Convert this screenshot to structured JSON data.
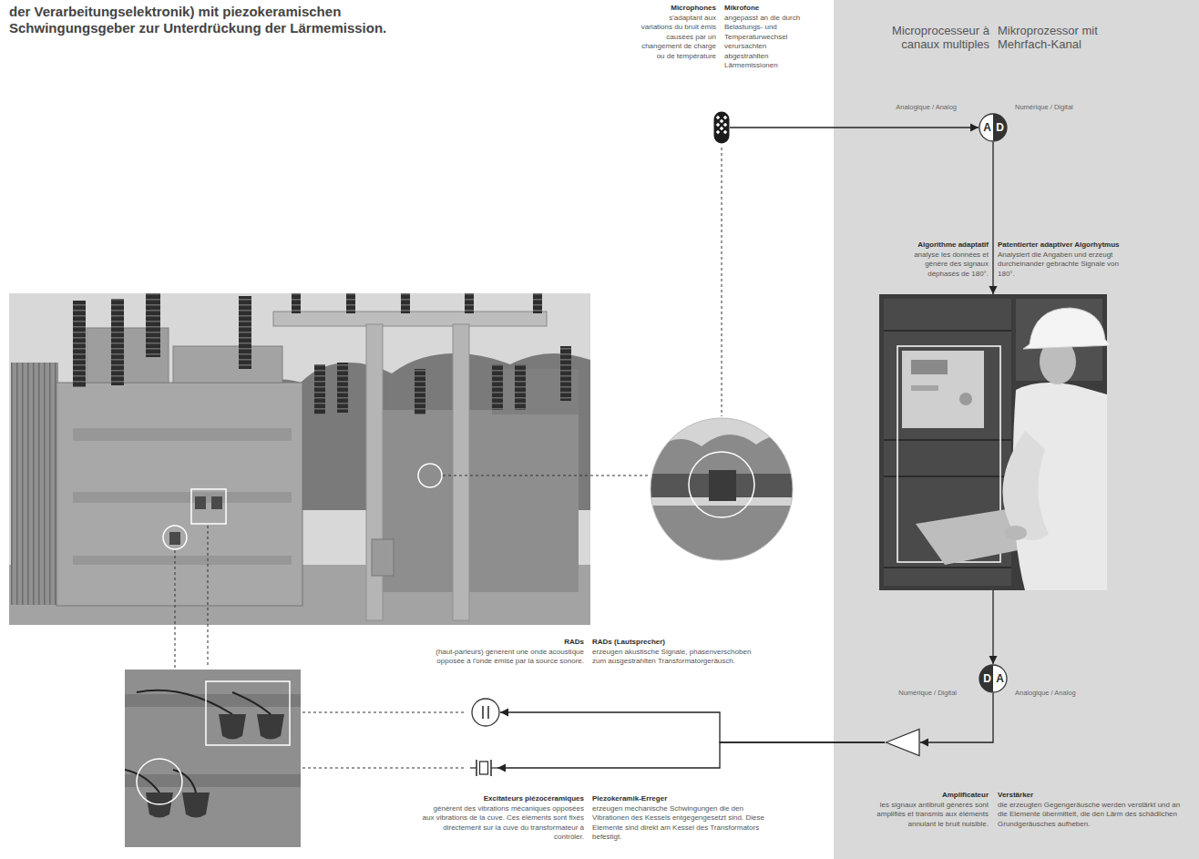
{
  "diagram": {
    "nodes": [
      {
        "text": [
          "Microphones",
          "s'adaptant aux variations du bruit émis causées par un changement de charge ou de température",
          "Mikrofone",
          "angepasst an die durch Belastungs- und Temperaturwechsel verursachten abgestrahlten Lärmemissionen"
        ]
      },
      {
        "text": [
          "Microprocesseur à canaux multiples",
          "Mikroprozessor mit Mehrfach-Kanal"
        ]
      },
      {
        "text": [
          "A",
          "D"
        ],
        "in": 1
      },
      {
        "text": [
          "Algorithme adaptatif",
          "analyse les données et génère des signaux déphasés de 180°.",
          "Patentierter adaptiver Algorhytmus",
          "Analysiert die Angaben und erzeugt durcheinander gebrachte Signale von 180°."
        ],
        "in": 1
      },
      {
        "text": [
          "D",
          "A"
        ],
        "in": 1
      },
      {
        "text": [
          "Amplificateur",
          "les signaux antibruit générés sont amplifiés et transmis aux éléments annulant le bruit nuisible.",
          "Verstärker",
          "die erzeugten Gegengeräusche werden verstärkt und an die Elemente übermittelt, die den Lärm des schädlichen Grundgeräusches aufheben."
        ],
        "in": 1
      },
      {
        "text": [
          "RADs",
          "(haut-parleurs) génèrent une onde acoustique opposée à l'onde émise par la source sonore.",
          "RADs (Lautsprecher)",
          "erzeugen akustische Signale, phasenverschoben zum ausgestrahlten Transformatorgeräusch."
        ]
      },
      {
        "text": [
          "Excitateurs piézocéramiques",
          "génèrent des vibrations mécaniques opposées aux vibrations de la cuve. Ces éléments sont fixés directement sur la cuve du transformateur à contrôler.",
          "Piezokeramik-Erreger",
          "erzeugen mechanische Schwingungen die den Vibrationen des Kessels entgegengesetzt sind. Diese Elemente sind direkt am Kessel des Transformators befestigt."
        ]
      }
    ],
    "edges": [
      {
        "from": 0,
        "to": 2,
        "arrow": "to"
      },
      {
        "from": 2,
        "to": 3,
        "arrow": "to"
      },
      {
        "from": 3,
        "to": 4,
        "arrow": "to"
      },
      {
        "from": 4,
        "to": 5,
        "arrow": "to"
      },
      {
        "from": 5,
        "to": 6,
        "arrow": "to"
      },
      {
        "from": 5,
        "to": 7,
        "arrow": "to"
      }
    ],
    "labels": [
      "der Verarbeitungselektronik) mit piezokeramischen Schwingungsgeber zur Unterdrückung der Lärmemission.",
      "Analogique / Analog",
      "Numérique / Digital",
      "Numérique / Digital",
      "Analogique / Analog"
    ]
  }
}
